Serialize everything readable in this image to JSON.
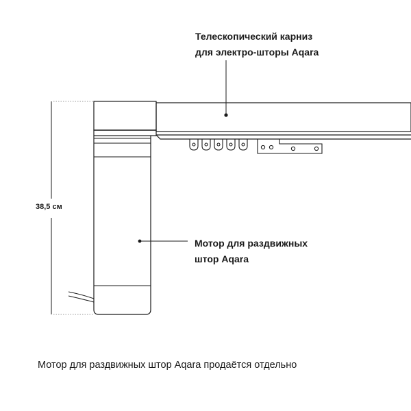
{
  "labels": {
    "rail_line1": "Телескопический карниз",
    "rail_line2": "для электро-шторы Aqara",
    "motor_line1": "Мотор для раздвижных",
    "motor_line2": "штор Aqara",
    "dimension": "38,5 см"
  },
  "caption": "Мотор для раздвижных штор Aqara продаётся отдельно",
  "colors": {
    "line": "#1a1a1a",
    "dotted": "#888888",
    "background": "#ffffff"
  }
}
